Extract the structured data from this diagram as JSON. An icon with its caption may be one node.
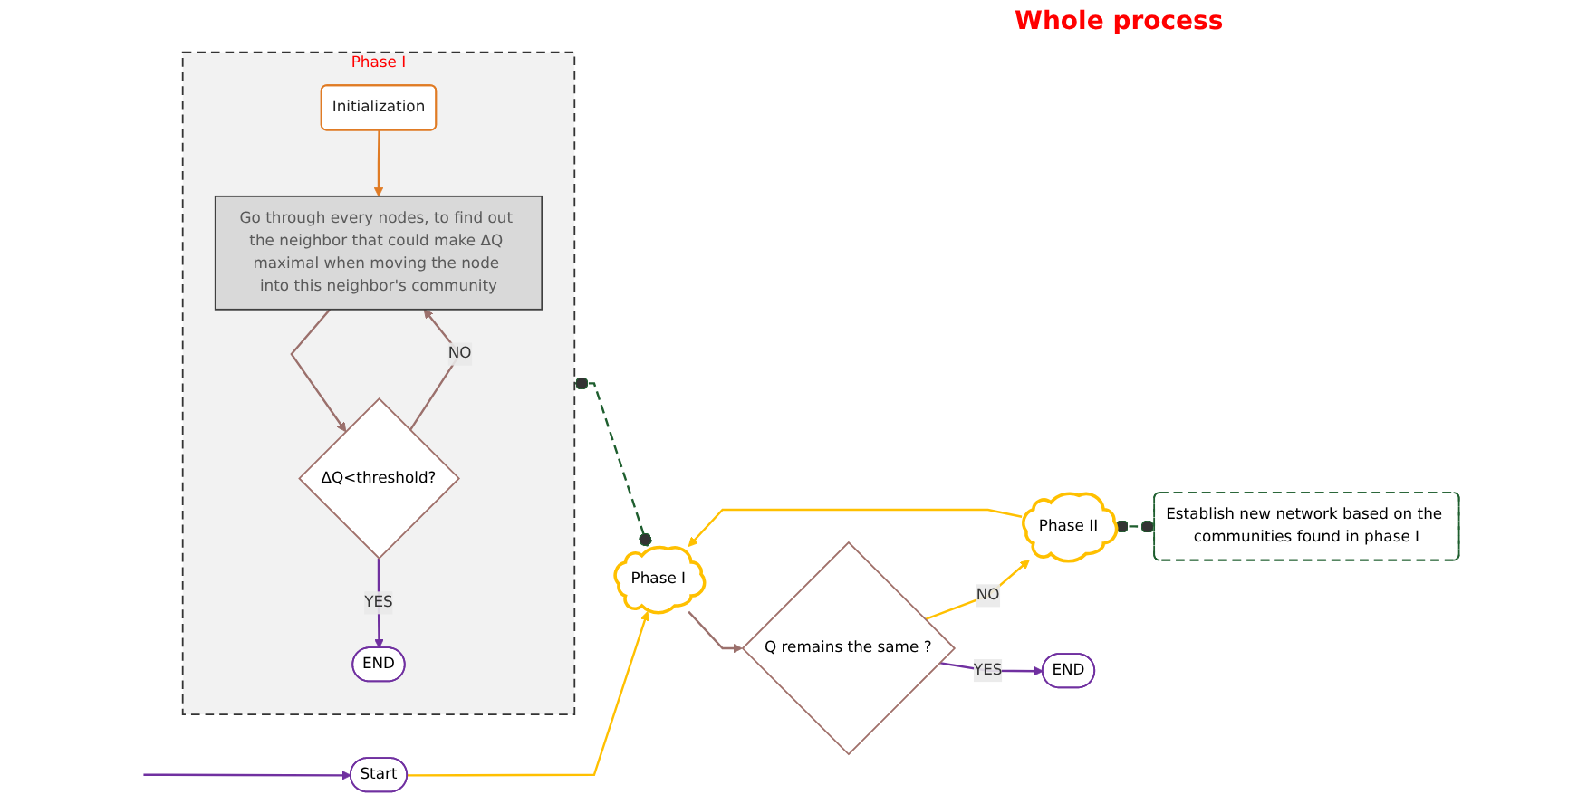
{
  "diagram": {
    "nodes": [
      {
        "text": [
          "Phase I"
        ]
      },
      {
        "text": [
          "Initialization"
        ],
        "in": 0
      },
      {
        "text": [
          "Go through every nodes, to find out the neighbor that could make ΔQ maximal when moving the node into this neighbor's community"
        ],
        "in": 0
      },
      {
        "text": [
          "ΔQ<threshold?"
        ],
        "in": 0
      },
      {
        "text": [
          "END"
        ],
        "in": 0
      },
      {
        "text": [
          "Start"
        ]
      },
      {
        "text": [
          "Phase I"
        ]
      },
      {
        "text": [
          "Q remains the same ?"
        ]
      },
      {
        "text": [
          "Phase II"
        ]
      },
      {
        "text": [
          "END"
        ]
      },
      {
        "text": [
          "Establish new network based on the communities found in phase I"
        ]
      }
    ],
    "edges": [
      {
        "from": 1,
        "to": 2,
        "arrow": "to",
        "color": "#e07b24"
      },
      {
        "from": 2,
        "to": 3,
        "arrow": "to"
      },
      {
        "from": 3,
        "to": 2,
        "arrow": "to",
        "label": "NO"
      },
      {
        "from": 3,
        "to": 4,
        "arrow": "to",
        "label": "YES",
        "color": "#7030a0"
      },
      {
        "from": null,
        "to": 5,
        "arrow": "to",
        "color": "#7030a0"
      },
      {
        "from": 5,
        "to": 6,
        "arrow": "to",
        "color": "#ffc000"
      },
      {
        "from": 6,
        "to": 7,
        "arrow": "to"
      },
      {
        "from": 7,
        "to": 8,
        "arrow": "to",
        "label": "NO",
        "color": "#ffc000"
      },
      {
        "from": 8,
        "to": 6,
        "arrow": "to",
        "color": "#ffc000"
      },
      {
        "from": 7,
        "to": 9,
        "arrow": "to",
        "label": "YES",
        "color": "#7030a0"
      },
      {
        "from": 0,
        "to": 6,
        "arrow": "other",
        "style": "dashed",
        "color": "#1e5e2e"
      },
      {
        "from": 8,
        "to": 10,
        "arrow": "other",
        "style": "dashed",
        "color": "#1e5e2e"
      }
    ],
    "labels": [
      "Whole process"
    ]
  }
}
